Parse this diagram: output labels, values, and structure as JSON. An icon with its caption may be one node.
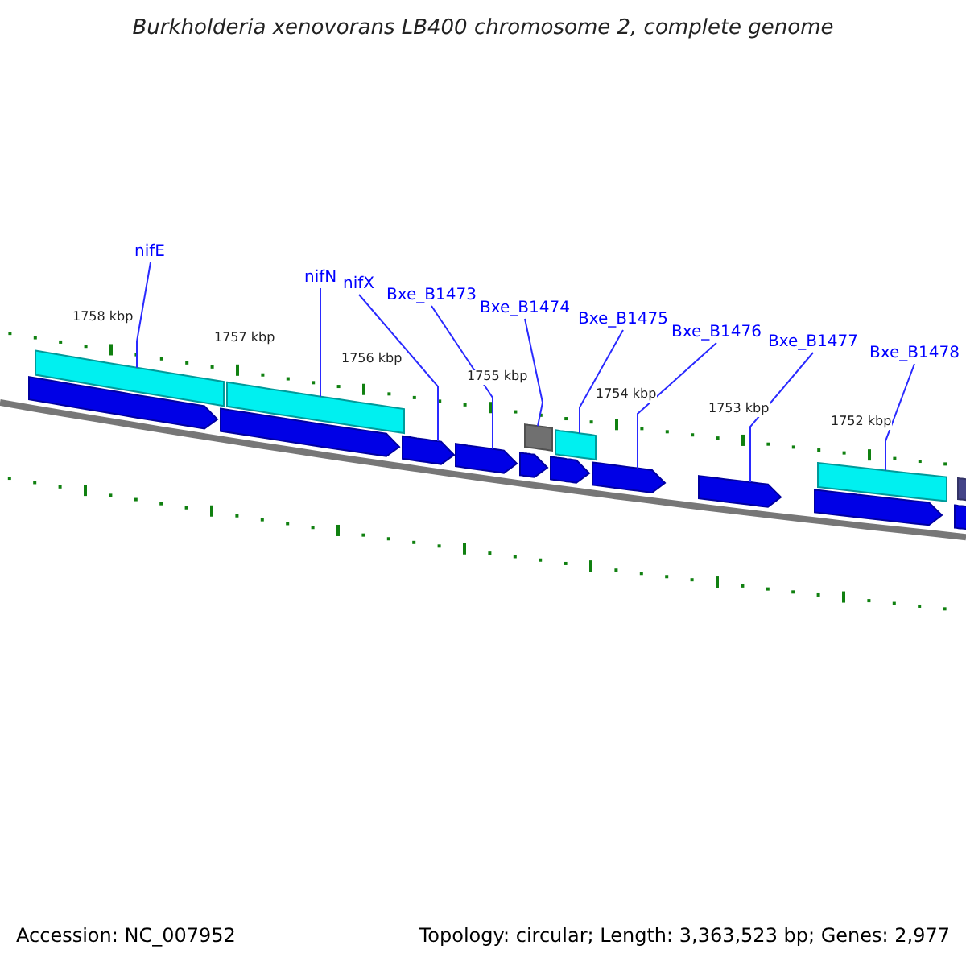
{
  "diagram": {
    "title": "Burkholderia xenovorans LB400 chromosome 2, complete genome",
    "nodes": [
      {
        "text": [
          "nifE"
        ]
      },
      {
        "text": [
          "nifN"
        ]
      },
      {
        "text": [
          "nifX"
        ]
      },
      {
        "text": [
          "Bxe_B1473"
        ]
      },
      {
        "text": [
          "Bxe_B1474"
        ]
      },
      {
        "text": [
          "Bxe_B1475"
        ]
      },
      {
        "text": [
          "Bxe_B1476"
        ]
      },
      {
        "text": [
          "Bxe_B1477"
        ]
      },
      {
        "text": [
          "Bxe_B1478"
        ]
      },
      {
        "text": [],
        "shape": "pentagon"
      },
      {
        "text": [],
        "shape": "bar"
      },
      {
        "text": [],
        "shape": "pentagon"
      },
      {
        "text": [],
        "shape": "bar"
      },
      {
        "text": [],
        "shape": "pentagon"
      },
      {
        "text": [],
        "shape": "pentagon"
      },
      {
        "text": [],
        "shape": "pentagon"
      },
      {
        "text": [],
        "shape": "box"
      },
      {
        "text": [],
        "shape": "pentagon"
      },
      {
        "text": [],
        "shape": "bar"
      },
      {
        "text": [],
        "shape": "pentagon"
      },
      {
        "text": [],
        "shape": "pentagon"
      },
      {
        "text": [],
        "shape": "pentagon"
      },
      {
        "text": [],
        "shape": "bar"
      },
      {
        "text": [],
        "shape": "bar"
      },
      {
        "text": [],
        "shape": "box"
      }
    ],
    "edges": [
      {
        "from": 0,
        "to": 10,
        "arrow": "none"
      },
      {
        "from": 1,
        "to": 12,
        "arrow": "none"
      },
      {
        "from": 2,
        "to": 13,
        "arrow": "none"
      },
      {
        "from": 3,
        "to": 14,
        "arrow": "none"
      },
      {
        "from": 4,
        "to": 16,
        "arrow": "none"
      },
      {
        "from": 5,
        "to": 18,
        "arrow": "none"
      },
      {
        "from": 6,
        "to": 19,
        "arrow": "none"
      },
      {
        "from": 7,
        "to": 20,
        "arrow": "none"
      },
      {
        "from": 8,
        "to": 22,
        "arrow": "none"
      }
    ],
    "labels": [
      "1758 kbp",
      "1757 kbp",
      "1756 kbp",
      "1755 kbp",
      "1754 kbp",
      "1753 kbp",
      "1752 kbp",
      "Accession: NC_007952",
      "Topology: circular; Length: 3,363,523 bp; Genes: 2,977"
    ]
  }
}
